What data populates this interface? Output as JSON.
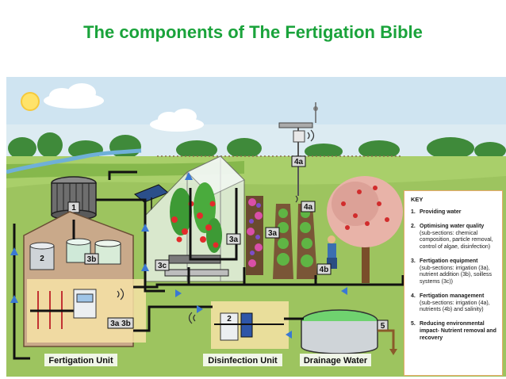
{
  "title": "The components of The Fertigation Bible",
  "labels": {
    "fertigation_unit": "Fertigation Unit",
    "disinfection_unit": "Disinfection Unit",
    "drainage_water": "Drainage Water"
  },
  "markers": {
    "m1": "1",
    "m2a": "2",
    "m2b": "2",
    "m3a": "3a",
    "m3a2": "3a",
    "m3b": "3b",
    "m3c": "3c",
    "m3a3b": "3a 3b",
    "m4a_top": "4a",
    "m4a": "4a",
    "m4b": "4b",
    "m5": "5"
  },
  "key": {
    "title": "KEY",
    "items": [
      {
        "num": "1.",
        "head": "Providing water",
        "sub": ""
      },
      {
        "num": "2.",
        "head": "Optimising water quality",
        "sub": "(sub-sections: chemical composition, particle removal, control of algae, disinfection)"
      },
      {
        "num": "3.",
        "head": "Fertigation equipment",
        "sub": "(sub-sections: irrigation (3a), nutrient addition (3b), soilless systems (3c))"
      },
      {
        "num": "4.",
        "head": "Fertigation management",
        "sub": "(sub-sections: irrigation (4a), nutrients (4b) and salinity)"
      },
      {
        "num": "5.",
        "head": "Reducing environmental impact- Nutrient removal and recovery",
        "sub": ""
      }
    ]
  },
  "colors": {
    "title_green": "#1aa33b",
    "pipe": "#111111",
    "arrow_blue": "#3a78d4",
    "unit_panel": "#f7e3a6",
    "key_border": "#e8a96a"
  }
}
